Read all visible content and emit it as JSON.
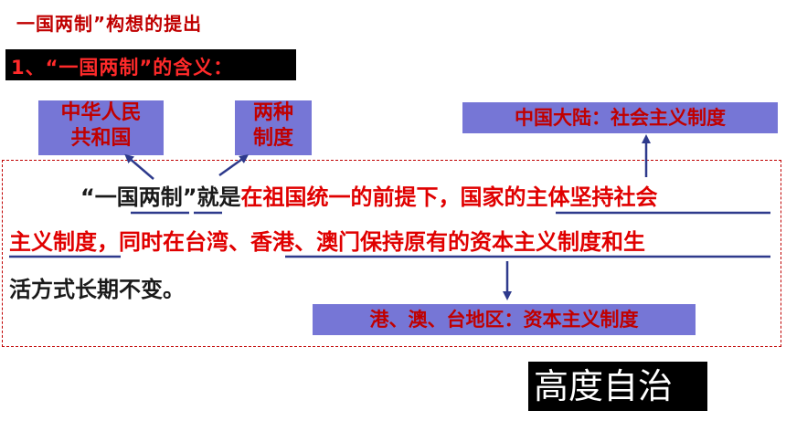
{
  "title": "一国两制”构想的提出",
  "heading": "1、“一国两制”的含义：",
  "boxes": {
    "people": [
      "中华人民",
      "共和国"
    ],
    "types": [
      "两种",
      "制度"
    ],
    "mainland": "中国大陆：社会主义制度",
    "hk_macao_taiwan": "港、澳、台地区：资本主义制度"
  },
  "paragraph": {
    "l1_a": "“一国两制”就是",
    "l1_b": "在祖国统一的前提下，",
    "l1_c": "国家的主体坚持社会",
    "l2_a": "主义制度，",
    "l2_b": "同时在台湾、香港、澳门保持原有的资本主义制度和生",
    "l3": "活方式长期不变。"
  },
  "autonomy": "高度自治",
  "colors": {
    "accent_red": "#e00000",
    "box_blue": "#7676d6",
    "arrow_blue": "#2e3a8c"
  }
}
